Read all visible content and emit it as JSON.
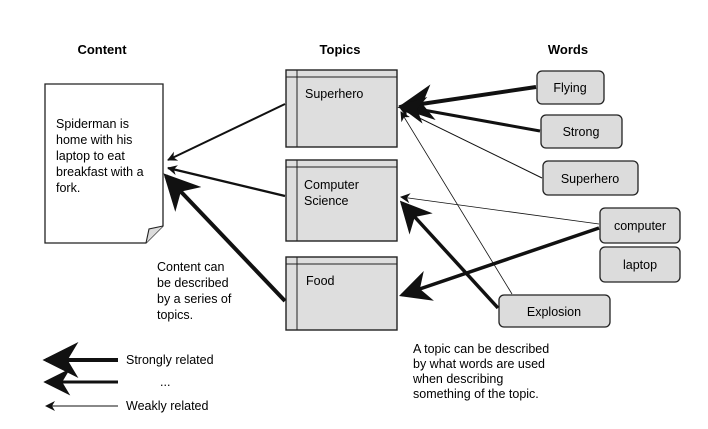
{
  "headers": {
    "content": "Content",
    "topics": "Topics",
    "words": "Words"
  },
  "content_doc": {
    "lines": [
      "Spiderman is",
      "home with his",
      "laptop to eat",
      "breakfast with a",
      "fork."
    ]
  },
  "topics": [
    {
      "lines": [
        "Superhero"
      ]
    },
    {
      "lines": [
        "Computer",
        "Science"
      ]
    },
    {
      "lines": [
        "Food"
      ]
    }
  ],
  "words": [
    "Flying",
    "Strong",
    "Superhero",
    "computer",
    "laptop",
    "Explosion"
  ],
  "note_content": {
    "lines": [
      "Content can",
      "be described",
      "by a series of",
      "topics."
    ]
  },
  "note_topic": {
    "lines": [
      "A topic can be described",
      "by what words are used",
      "when describing",
      "something of the topic."
    ]
  },
  "legend": {
    "strong": "Strongly related",
    "mid": "...",
    "weak": "Weakly related"
  },
  "colors": {
    "box_fill": "#dcdcdc",
    "stroke": "#222222"
  }
}
